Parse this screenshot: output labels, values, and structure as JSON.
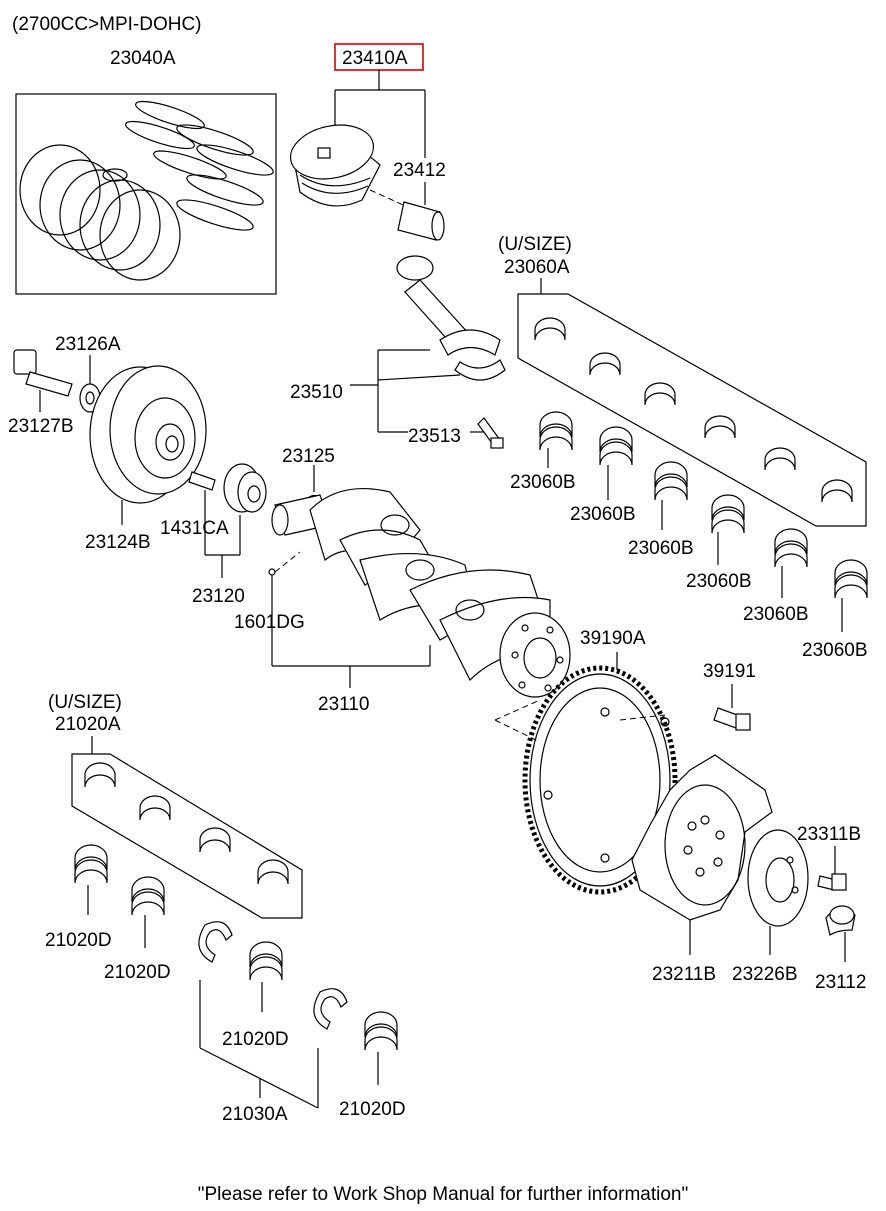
{
  "header": {
    "engine": "(2700CC>MPI-DOHC)"
  },
  "labels": {
    "p23040A": "23040A",
    "p23410A": "23410A",
    "p23412": "23412",
    "usize_top": "(U/SIZE)",
    "p23060A": "23060A",
    "p23126A": "23126A",
    "p23127B": "23127B",
    "p23510": "23510",
    "p23513": "23513",
    "p23124B": "23124B",
    "p23125": "23125",
    "p1431CA": "1431CA",
    "p23120": "23120",
    "p23060B_1": "23060B",
    "p23060B_2": "23060B",
    "p23060B_3": "23060B",
    "p23060B_4": "23060B",
    "p23060B_5": "23060B",
    "p23060B_6": "23060B",
    "p1601DG": "1601DG",
    "p23110": "23110",
    "p39190A": "39190A",
    "p39191": "39191",
    "usize_bottom": "(U/SIZE)",
    "p21020A": "21020A",
    "p23311B": "23311B",
    "p21020D_1": "21020D",
    "p21020D_2": "21020D",
    "p21020D_3": "21020D",
    "p21020D_4": "21020D",
    "p21030A": "21030A",
    "p23211B": "23211B",
    "p23226B": "23226B",
    "p23112": "23112"
  },
  "footer": {
    "note": "\"Please refer to Work Shop Manual for further information\""
  },
  "colors": {
    "highlight": "#e8312f",
    "ink": "#000000"
  }
}
